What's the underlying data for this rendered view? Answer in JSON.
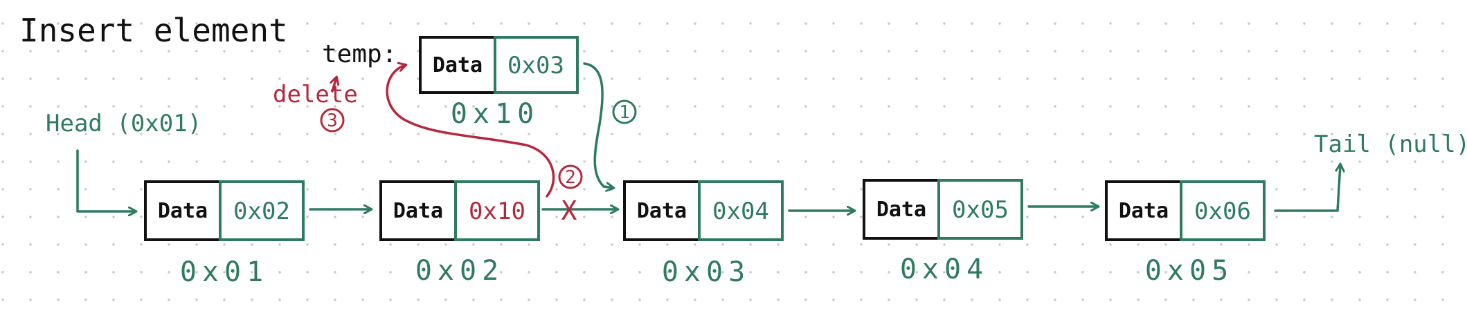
{
  "title": "Insert element",
  "temp_label": "temp:",
  "delete_label": "delete",
  "head_label": "Head (0x01)",
  "tail_label": "Tail (null)",
  "steps": {
    "one": "1",
    "two": "2",
    "three": "3"
  },
  "cross_mark": "X",
  "temp_node": {
    "data": "Data",
    "next": "0x03",
    "address": "0x10"
  },
  "nodes": [
    {
      "data": "Data",
      "next": "0x02",
      "address": "0x01"
    },
    {
      "data": "Data",
      "next": "0x10",
      "address": "0x02"
    },
    {
      "data": "Data",
      "next": "0x04",
      "address": "0x03"
    },
    {
      "data": "Data",
      "next": "0x05",
      "address": "0x04"
    },
    {
      "data": "Data",
      "next": "0x06",
      "address": "0x05"
    }
  ],
  "colors": {
    "green": "#2e7a62",
    "red": "#b5283c",
    "black": "#111111"
  }
}
